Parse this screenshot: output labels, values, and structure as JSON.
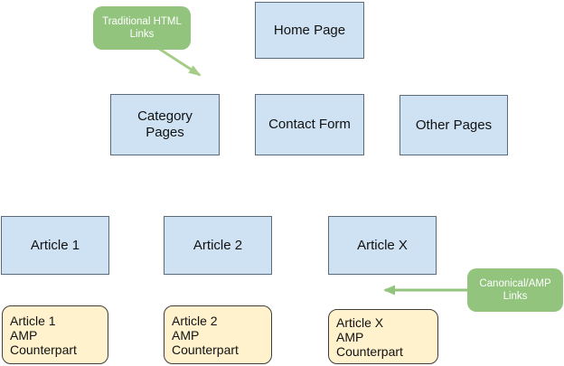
{
  "diagram": {
    "colors": {
      "background": "#ffffff",
      "page_fill": "#cfe2f3",
      "amp_fill": "#fff2cc",
      "callout_fill": "#93c47d",
      "callout_text": "#ffffff",
      "text": "#111111",
      "arrow_traditional": "#a6cd88",
      "arrow_canonical": "#93c47d"
    },
    "nodes": {
      "home": {
        "label": "Home Page"
      },
      "category": {
        "label": "Category\nPages"
      },
      "contact": {
        "label": "Contact Form"
      },
      "other": {
        "label": "Other Pages"
      },
      "article1": {
        "label": "Article 1"
      },
      "article2": {
        "label": "Article 2"
      },
      "articleX": {
        "label": "Article X"
      },
      "amp1": {
        "label": "Article 1\nAMP\nCounterpart"
      },
      "amp2": {
        "label": "Article 2\nAMP\nCounterpart"
      },
      "ampX": {
        "label": "Article X\nAMP\nCounterpart"
      }
    },
    "callouts": {
      "traditional": {
        "label": "Traditional HTML\nLinks"
      },
      "canonical": {
        "label": "Canonical/AMP\nLinks"
      }
    }
  }
}
